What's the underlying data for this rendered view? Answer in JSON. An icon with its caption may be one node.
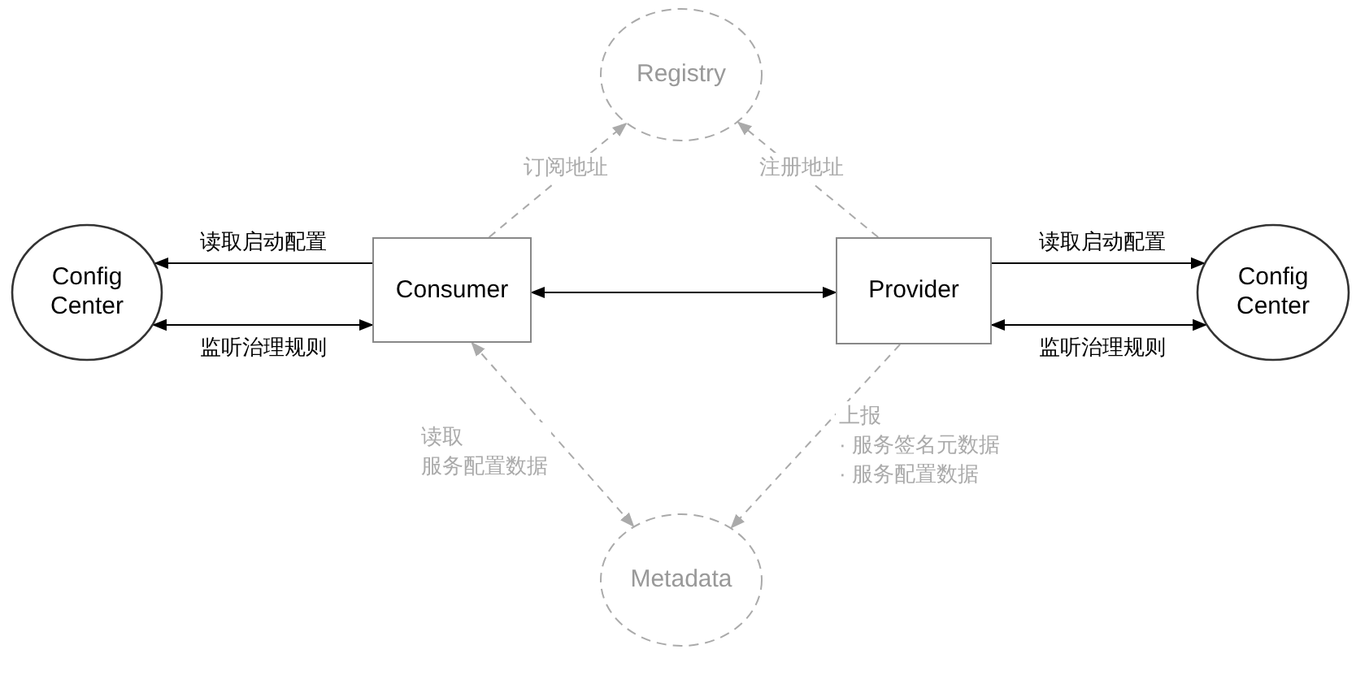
{
  "diagram": {
    "nodes": [
      {
        "text": [
          "Registry"
        ]
      },
      {
        "text": [
          "Config Center"
        ]
      },
      {
        "text": [
          "Consumer"
        ]
      },
      {
        "text": [
          "Provider"
        ]
      },
      {
        "text": [
          "Config Center"
        ]
      },
      {
        "text": [
          "Metadata"
        ]
      }
    ],
    "edges": [
      {
        "from": 2,
        "to": 0,
        "arrow": "to",
        "label": "订阅地址",
        "style": "dashed",
        "color": "#aaaaaa"
      },
      {
        "from": 3,
        "to": 0,
        "arrow": "to",
        "label": "注册地址",
        "style": "dashed",
        "color": "#aaaaaa"
      },
      {
        "from": 2,
        "to": 1,
        "arrow": "to",
        "label": "读取启动配置"
      },
      {
        "from": 2,
        "to": 1,
        "arrow": "both",
        "label": "监听治理规则"
      },
      {
        "from": 2,
        "to": 3,
        "arrow": "both"
      },
      {
        "from": 3,
        "to": 4,
        "arrow": "to",
        "label": "读取启动配置"
      },
      {
        "from": 3,
        "to": 4,
        "arrow": "both",
        "label": "监听治理规则"
      },
      {
        "from": 2,
        "to": 5,
        "arrow": "both",
        "label": "读取服务配置数据",
        "style": "dashed",
        "color": "#aaaaaa"
      },
      {
        "from": 3,
        "to": 5,
        "arrow": "to",
        "label": "上报 · 服务签名元数据 · 服务配置数据",
        "style": "dashed",
        "color": "#aaaaaa"
      }
    ]
  }
}
